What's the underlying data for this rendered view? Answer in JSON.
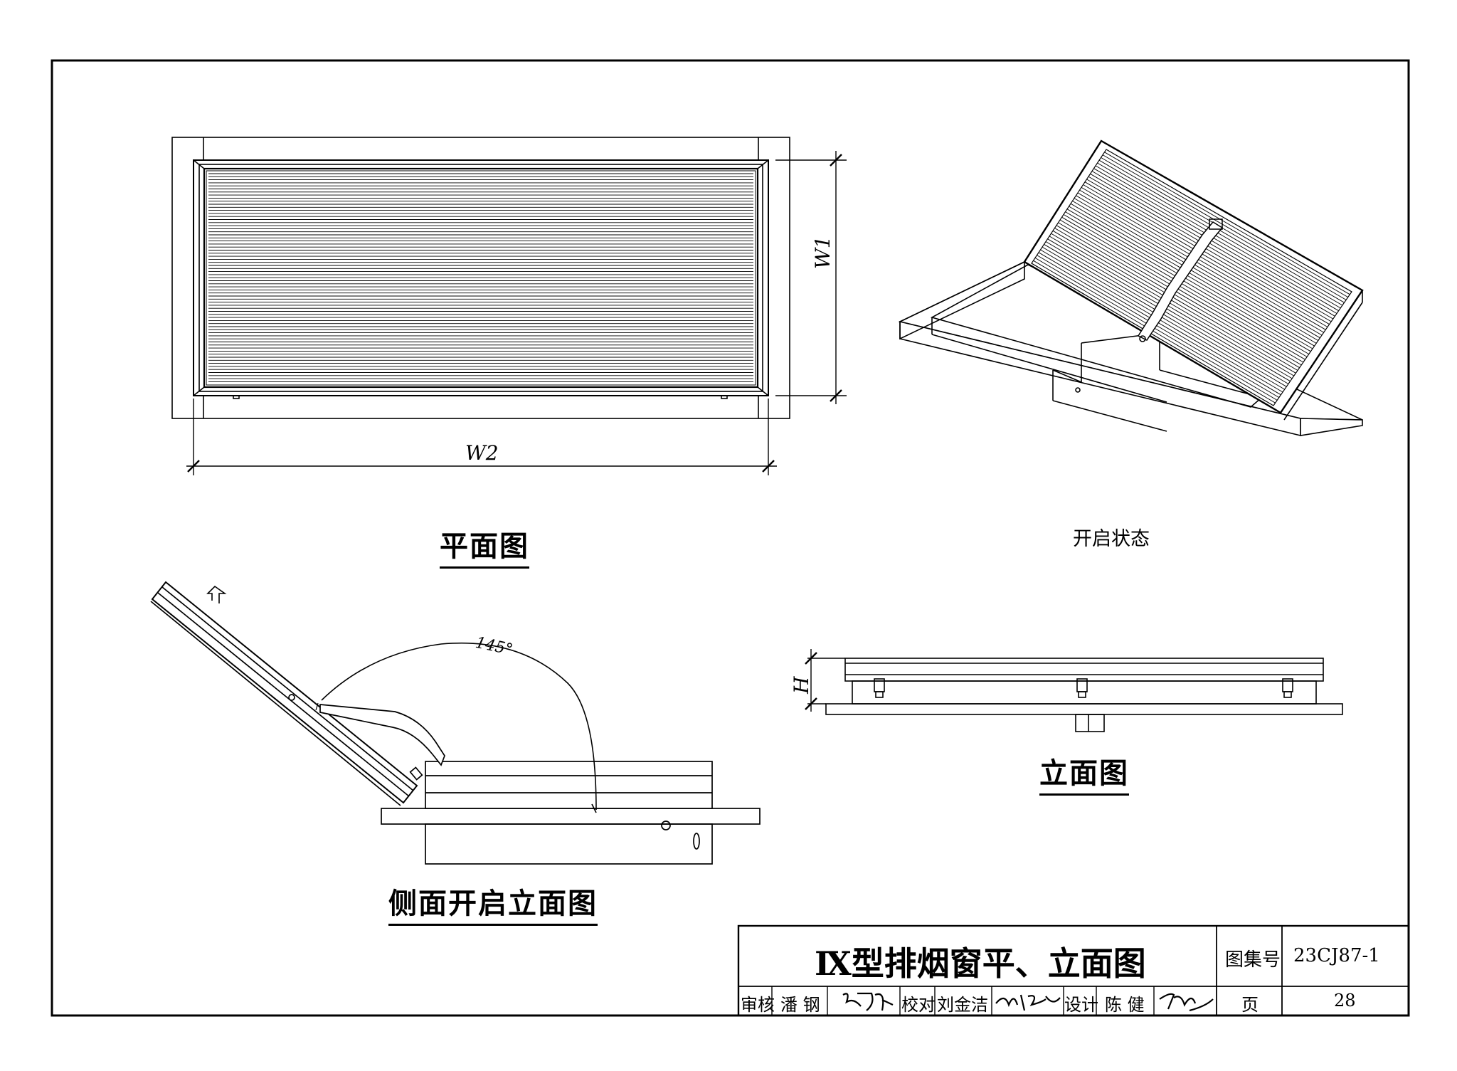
{
  "drawing": {
    "plan_title": "平面图",
    "open_state_caption": "开启状态",
    "side_title": "侧面开启立面图",
    "elevation_title": "立面图",
    "dim_w1": "W1",
    "dim_w2": "W2",
    "dim_h": "H",
    "angle": "145°"
  },
  "title_block": {
    "title": "Ⅸ型排烟窗平、立面图",
    "atlas_label": "图集号",
    "atlas_no": "23CJ87-1",
    "review_label": "审核",
    "reviewer": "潘 钢",
    "reviewer_signature": "潘钢",
    "check_label": "校对",
    "checker": "刘金洁",
    "checker_signature": "刘金洁",
    "design_label": "设计",
    "designer": "陈 健",
    "designer_signature": "陈健",
    "page_label": "页",
    "page_no": "28"
  }
}
